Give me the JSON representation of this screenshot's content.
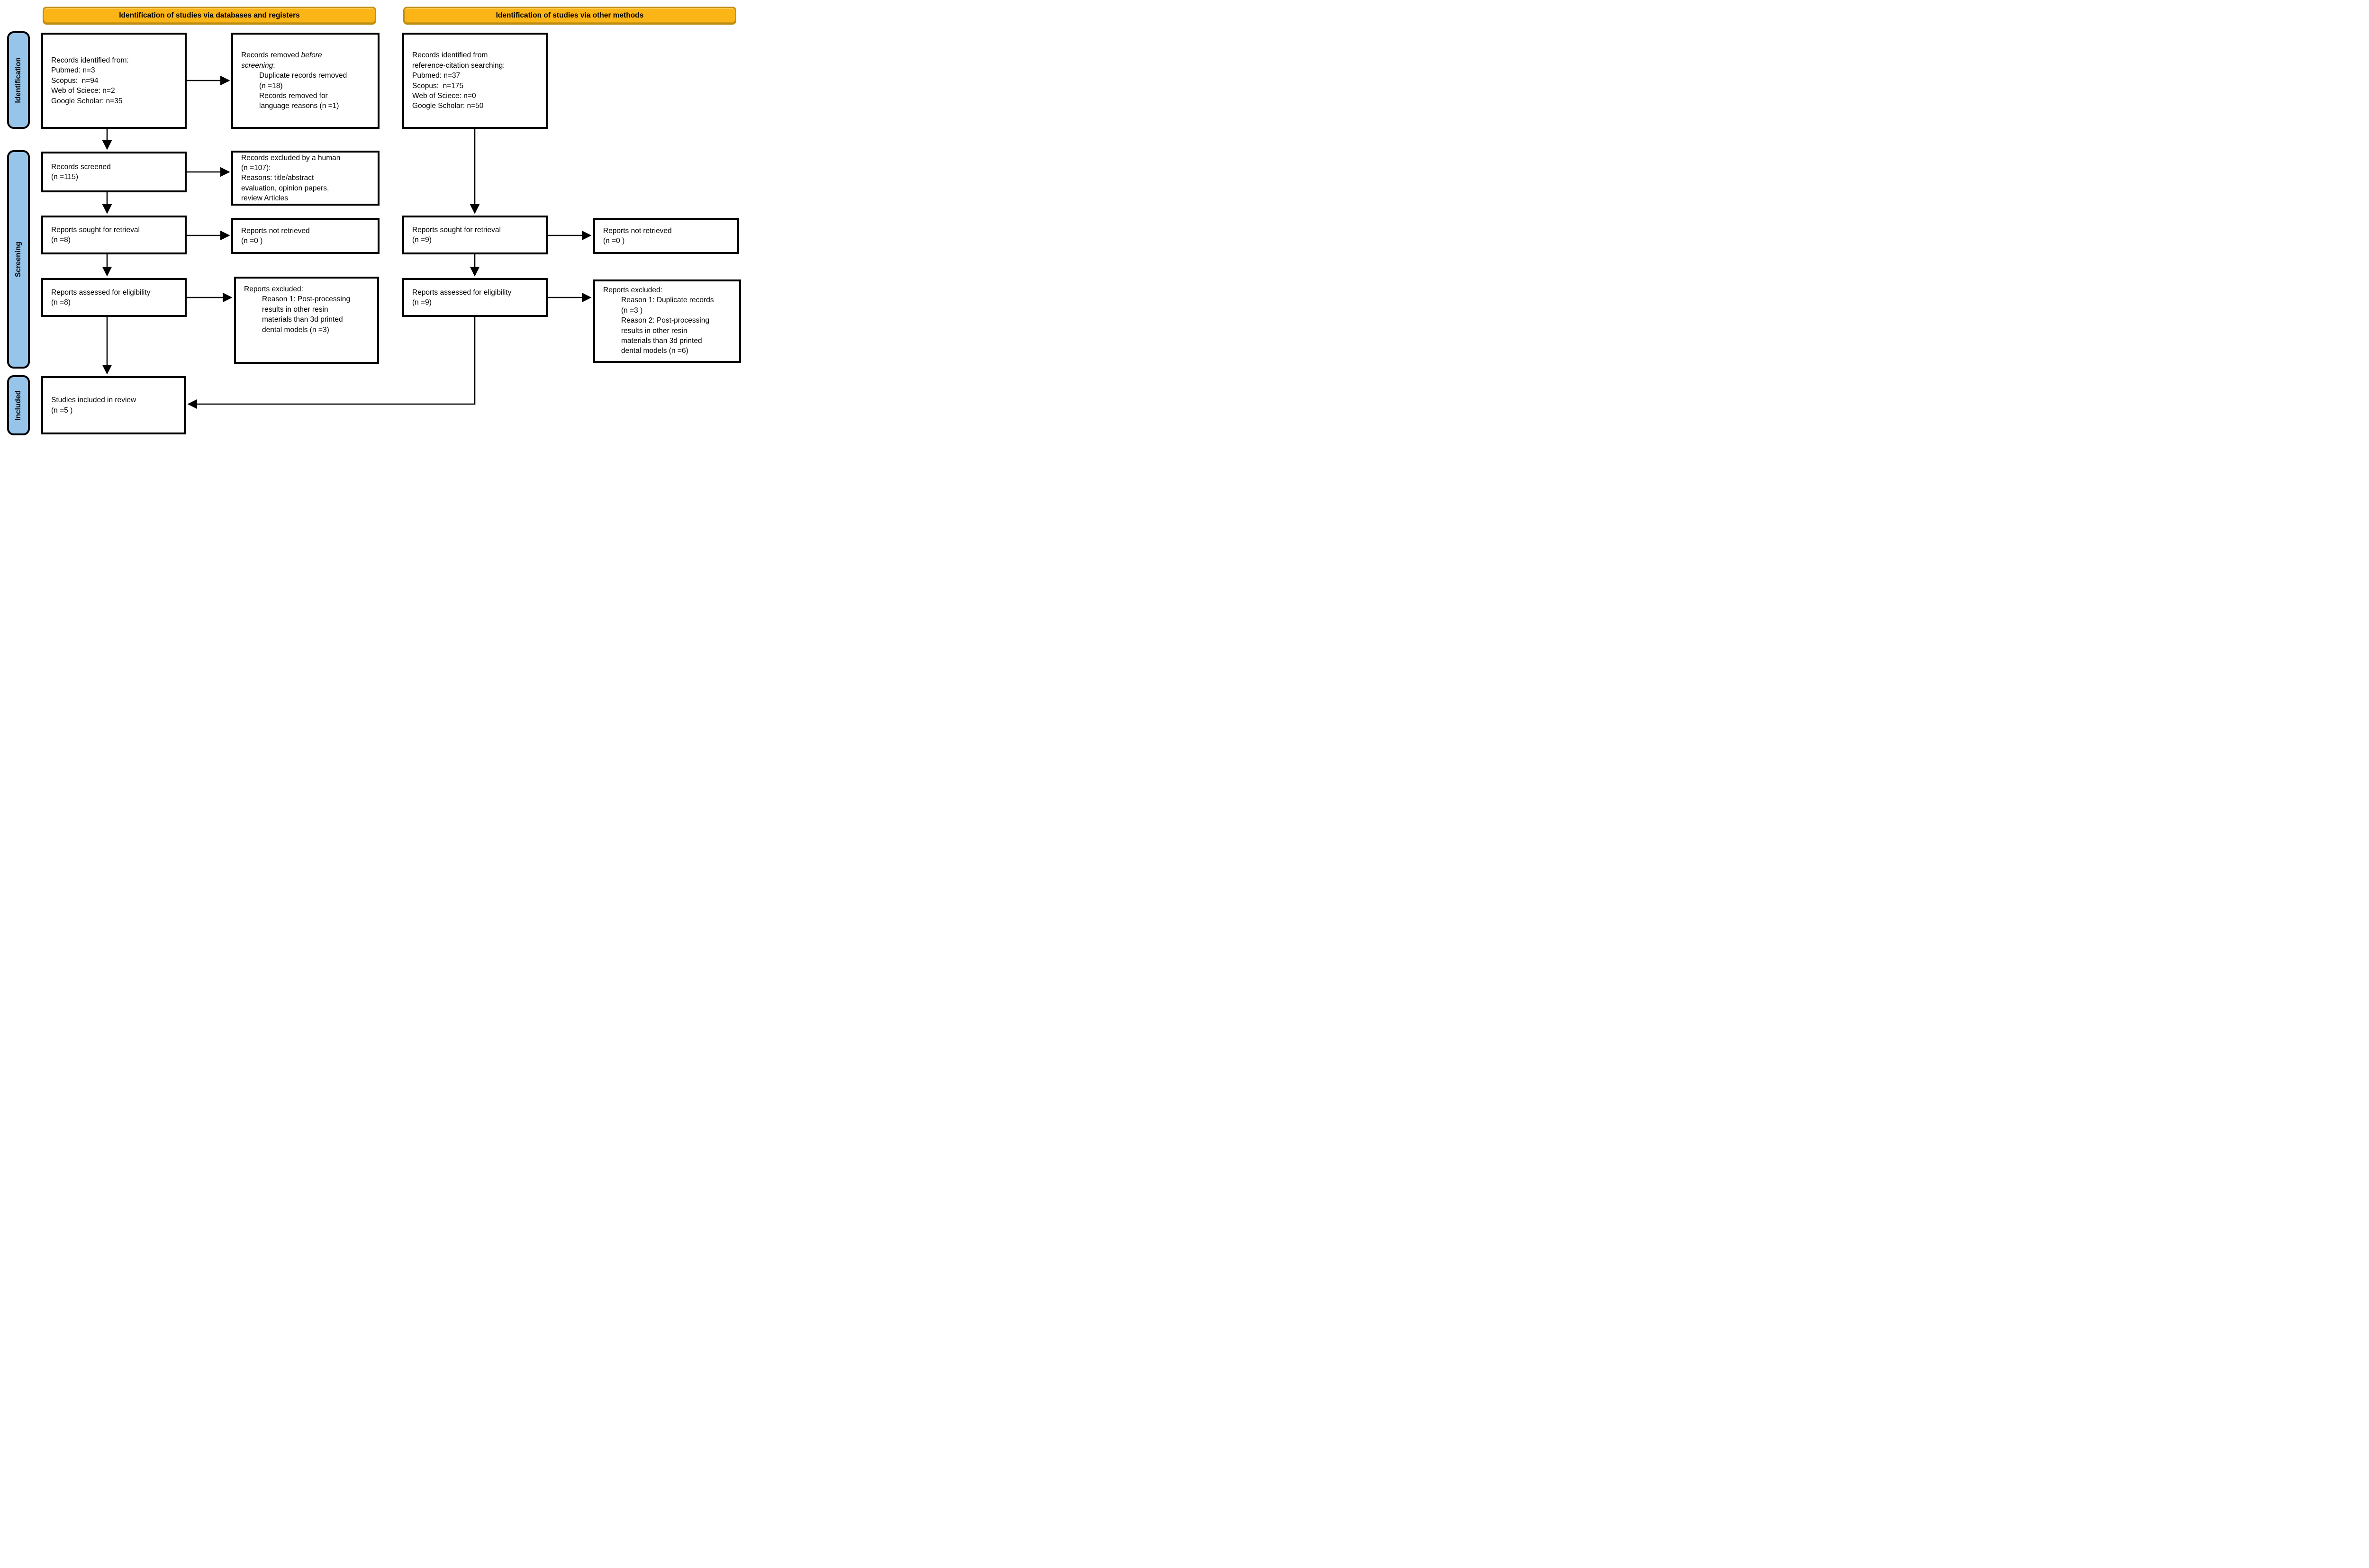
{
  "diagram_title": "PRISMA flow diagram",
  "colors": {
    "banner_fill": "#FBB517",
    "banner_border": "#BE8E12",
    "stage_fill": "#97C4E9",
    "box_border": "#000000",
    "background": "#ffffff"
  },
  "banners": {
    "left": "Identification of studies via databases and registers",
    "right": "Identification of studies via other methods"
  },
  "sidebar": {
    "identification": "Identification",
    "screening": "Screening",
    "included": "Included"
  },
  "boxes": {
    "records-identified-databases": {
      "lines": [
        {
          "text": "Records identified from:",
          "indent": 0
        },
        {
          "text": "Pubmed: n=3",
          "indent": 0
        },
        {
          "text": "Scopus:  n=94",
          "indent": 0
        },
        {
          "text": "Web of Sciece: n=2",
          "indent": 0
        },
        {
          "text": "Google Scholar: n=35",
          "indent": 0
        }
      ]
    },
    "records-removed-before-screening": {
      "lines": [
        {
          "segments": [
            {
              "text": "Records removed "
            },
            {
              "text": "before",
              "italic": true
            }
          ],
          "indent": 0
        },
        {
          "segments": [
            {
              "text": "screening",
              "italic": true
            },
            {
              "text": ":"
            }
          ],
          "indent": 0
        },
        {
          "text": "Duplicate records removed",
          "indent": 1
        },
        {
          "text": "(n =18)",
          "indent": 1
        },
        {
          "text": "Records removed for",
          "indent": 1
        },
        {
          "text": "language reasons (n =1)",
          "indent": 1
        }
      ]
    },
    "records-identified-other-methods": {
      "lines": [
        {
          "text": "Records identified from",
          "indent": 0
        },
        {
          "text": "reference-citation searching:",
          "indent": 0
        },
        {
          "text": "Pubmed: n=37",
          "indent": 0
        },
        {
          "text": "Scopus:  n=175",
          "indent": 0
        },
        {
          "text": "Web of Sciece: n=0",
          "indent": 0
        },
        {
          "text": "Google Scholar: n=50",
          "indent": 0
        }
      ]
    },
    "records-screened": {
      "lines": [
        {
          "text": "Records screened",
          "indent": 0
        },
        {
          "text": "(n =115)",
          "indent": 0
        }
      ]
    },
    "records-excluded-human": {
      "lines": [
        {
          "text": "Records excluded by a human",
          "indent": 0
        },
        {
          "text": "(n =107):",
          "indent": 0
        },
        {
          "text": "Reasons: title/abstract",
          "indent": 0
        },
        {
          "text": "evaluation, opinion papers,",
          "indent": 0
        },
        {
          "text": "review Articles",
          "indent": 0
        }
      ]
    },
    "reports-sought-databases": {
      "lines": [
        {
          "text": "Reports sought for retrieval",
          "indent": 0
        },
        {
          "text": "(n =8)",
          "indent": 0
        }
      ]
    },
    "reports-not-retrieved-databases": {
      "lines": [
        {
          "text": "Reports not retrieved",
          "indent": 0
        },
        {
          "text": "(n =0 )",
          "indent": 0
        }
      ]
    },
    "reports-sought-other": {
      "lines": [
        {
          "text": "Reports sought for retrieval",
          "indent": 0
        },
        {
          "text": "(n =9)",
          "indent": 0
        }
      ]
    },
    "reports-not-retrieved-other": {
      "lines": [
        {
          "text": "Reports not retrieved",
          "indent": 0
        },
        {
          "text": "(n =0 )",
          "indent": 0
        }
      ]
    },
    "reports-assessed-databases": {
      "lines": [
        {
          "text": "Reports assessed for eligibility",
          "indent": 0
        },
        {
          "text": "(n =8)",
          "indent": 0
        }
      ]
    },
    "reports-excluded-databases": {
      "lines": [
        {
          "text": "Reports excluded:",
          "indent": 0
        },
        {
          "text": "Reason 1: Post-processing",
          "indent": 1
        },
        {
          "text": "results in other resin",
          "indent": 1
        },
        {
          "text": "materials than 3d printed",
          "indent": 1
        },
        {
          "text": "dental models (n =3)",
          "indent": 1
        }
      ]
    },
    "reports-assessed-other": {
      "lines": [
        {
          "text": "Reports assessed for eligibility",
          "indent": 0
        },
        {
          "text": "(n =9)",
          "indent": 0
        }
      ]
    },
    "reports-excluded-other": {
      "lines": [
        {
          "text": "Reports excluded:",
          "indent": 0
        },
        {
          "text": "Reason 1: Duplicate records",
          "indent": 1
        },
        {
          "text": "(n =3 )",
          "indent": 1
        },
        {
          "text": "Reason 2: Post-processing",
          "indent": 1
        },
        {
          "text": "results in other resin",
          "indent": 1
        },
        {
          "text": "materials than 3d printed",
          "indent": 1
        },
        {
          "text": "dental models (n =6)",
          "indent": 1
        }
      ]
    },
    "studies-included": {
      "lines": [
        {
          "text": "Studies included in review",
          "indent": 0
        },
        {
          "text": "(n =5 )",
          "indent": 0
        }
      ]
    }
  }
}
